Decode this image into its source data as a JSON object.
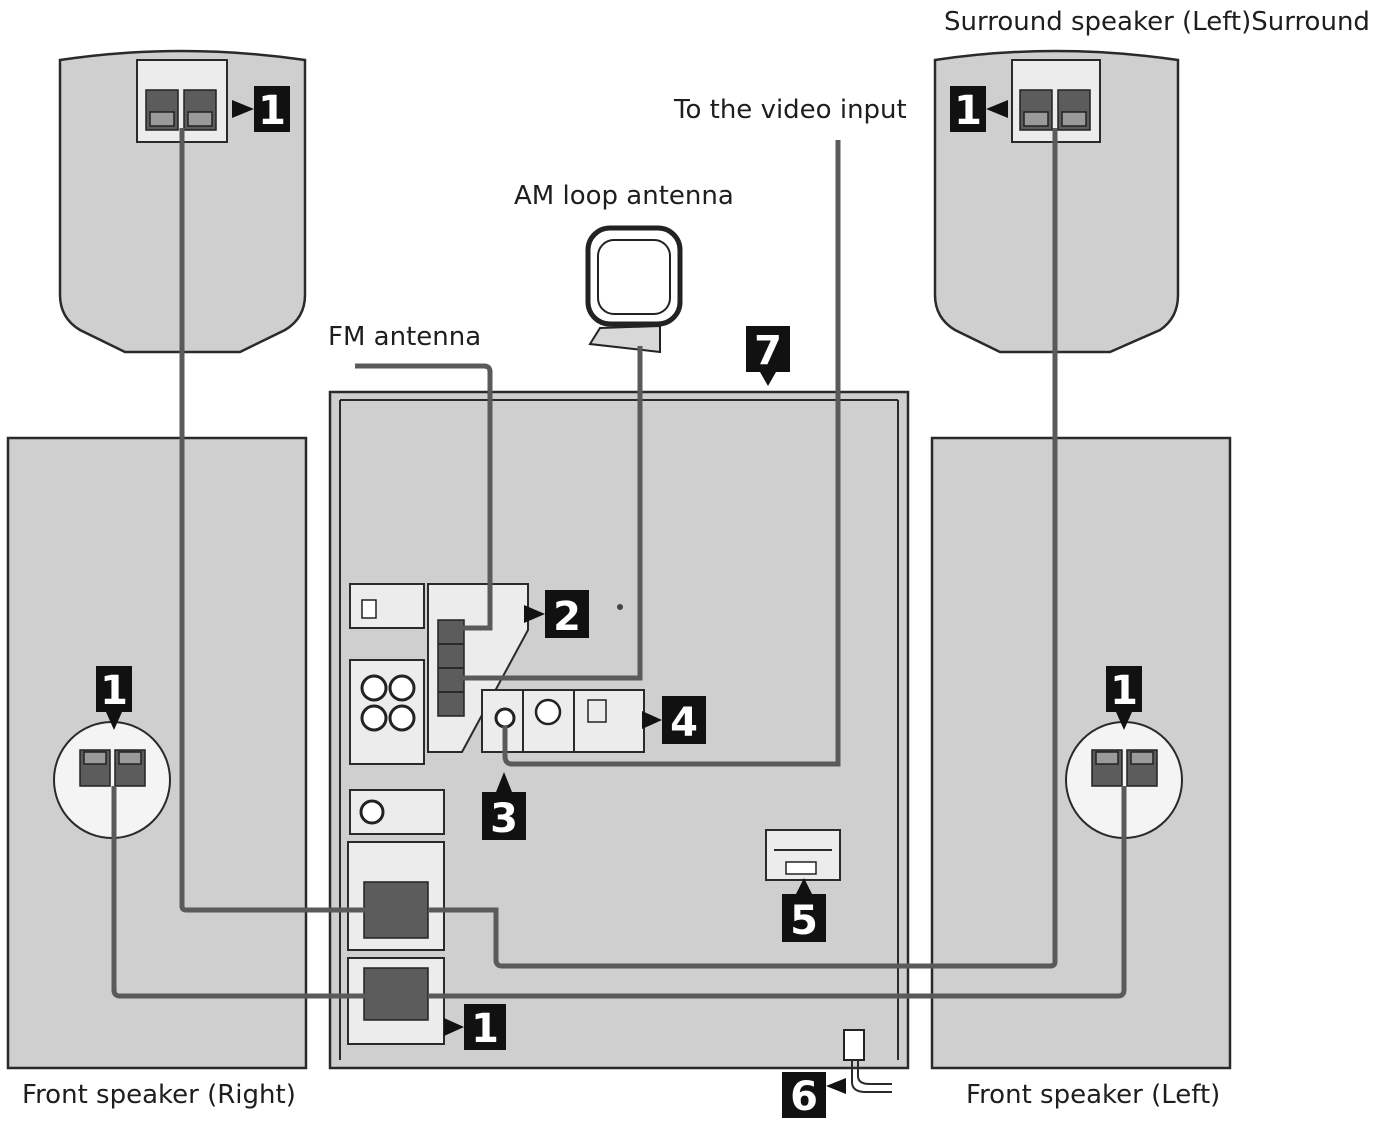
{
  "labels": {
    "surround_speaker": "Surround speaker (Left)Surround",
    "video_input": "To the video input",
    "am_antenna": "AM loop antenna",
    "fm_antenna": "FM antenna",
    "front_right": "Front speaker (Right)",
    "front_left": "Front speaker (Left)"
  },
  "badges": {
    "b1": "1",
    "b2": "2",
    "b3": "3",
    "b4": "4",
    "b5": "5",
    "b6": "6",
    "b7": "7"
  },
  "colors": {
    "cabinet": "#cfcfcf",
    "wire": "#5a5a5a",
    "badge": "#111111"
  }
}
